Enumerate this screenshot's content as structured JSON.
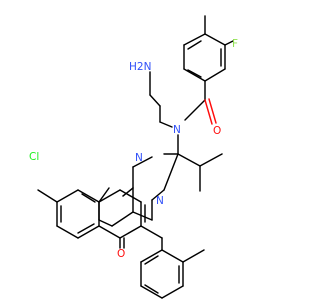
{
  "molecule": {
    "atom_labels": {
      "amine": "H2N",
      "amide_n": "N",
      "amide_o": "O",
      "fluoro": "F",
      "chloro": "Cl",
      "ring_n1": "N",
      "ring_n3": "N",
      "ring_o": "O"
    },
    "colors": {
      "carbon": "#000000",
      "nitrogen": "#3050F8",
      "oxygen": "#FF0D0D",
      "fluorine": "#90E050",
      "chlorine": "#1FF01F"
    }
  }
}
